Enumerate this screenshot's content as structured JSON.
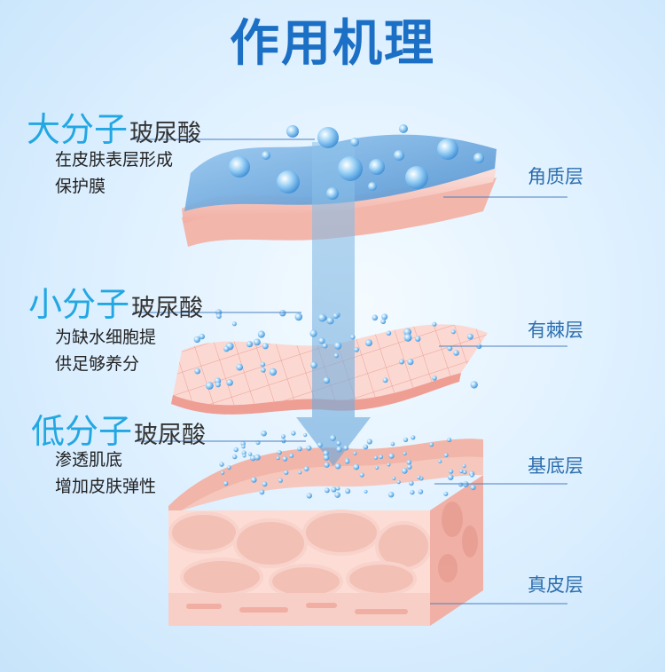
{
  "title": "作用机理",
  "molecules": [
    {
      "size": "大分子",
      "name": "玻尿酸",
      "desc": [
        "在皮肤表层形成",
        "保护膜"
      ]
    },
    {
      "size": "小分子",
      "name": "玻尿酸",
      "desc": [
        "为缺水细胞提",
        "供足够养分"
      ]
    },
    {
      "size": "低分子",
      "name": "玻尿酸",
      "desc": [
        "渗透肌底",
        "增加皮肤弹性"
      ]
    }
  ],
  "layers": [
    "角质层",
    "有棘层",
    "基底层",
    "真皮层"
  ],
  "colors": {
    "title": "#1b6fc4",
    "accent": "#23a7e3",
    "label": "#2d6fae",
    "skin": "#f4b8ad",
    "membrane": "#6aa7da"
  }
}
